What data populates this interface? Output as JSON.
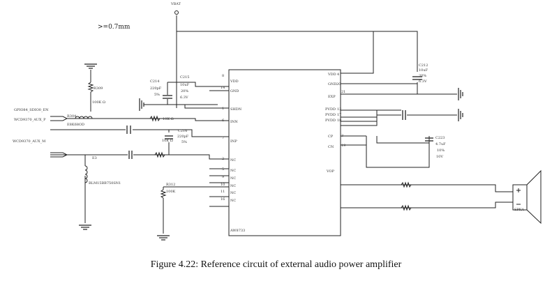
{
  "figure": {
    "caption": "Figure 4.22: Reference circuit of external audio power amplifier",
    "note": ">=0.7mm"
  },
  "nets": {
    "vbat": "VBAT",
    "gpio_en": "GPIO84_SDIO0_EN",
    "aux_p": "WCD9370_AUX_P",
    "aux_m": "WCD9370_AUX_M"
  },
  "parts": {
    "r309": "R309",
    "r309_value": "100K Ω",
    "r304": "R304",
    "e8_value": "E8K68OD",
    "r_in1": "10K Ω",
    "r_in2": "10K Ω",
    "e3": "E3",
    "bead": "BLM15BB750SN1",
    "c214": "C214",
    "c214_value": "220pF",
    "c214_tol": "5%",
    "c215": "C215",
    "c215_value": "10uF",
    "c215_tol": "20%",
    "c215_volt": "6.3V",
    "c216": "C216",
    "c216_value": "220pF",
    "c216_tol": "5%",
    "r312": "R312",
    "r312_value": "100K",
    "c212": "C212",
    "c212_value": "10uF",
    "c212_tol": "20%",
    "c212_volt": "6.3V",
    "c223": "C223",
    "c223_value": "4.7uF",
    "c223_tol": "10%",
    "c223_volt": "10V",
    "speaker": "SPKA",
    "ic": "AW8733"
  },
  "ic_pins": {
    "left_numbers": [
      "8",
      "14",
      "1",
      "6",
      "7",
      "2",
      "5",
      "9",
      "10",
      "11",
      "16"
    ],
    "left_names": [
      "VDD",
      "GND",
      "SHDN",
      "INN",
      "INP",
      "NC",
      "NC",
      "NC",
      "NC",
      "NC",
      "NC"
    ],
    "right_numbers": [
      "4",
      "20",
      "21",
      "12",
      "17",
      "18",
      "3",
      "19"
    ],
    "right_names": [
      "VDD",
      "GND",
      "EXP",
      "PVDD",
      "PVDD",
      "PVDD",
      "CP",
      "CN",
      "VOP"
    ]
  }
}
